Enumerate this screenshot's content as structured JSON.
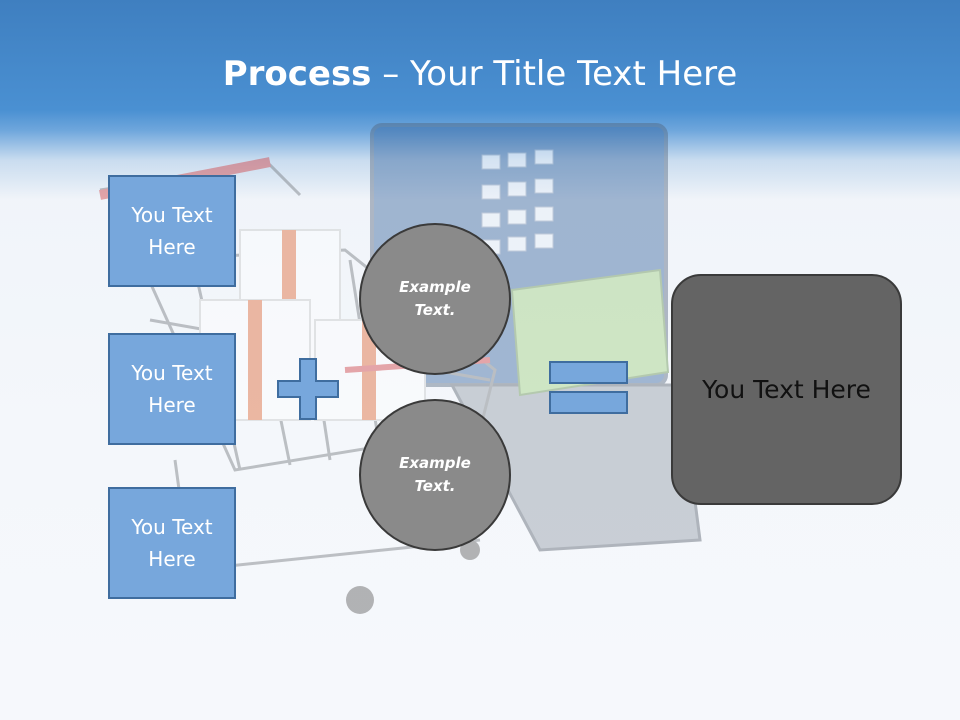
{
  "title": {
    "bold": "Process",
    "rest": " – Your Title Text Here"
  },
  "text_boxes": [
    {
      "label": "You Text Here"
    },
    {
      "label": "You Text Here"
    },
    {
      "label": "You Text Here"
    }
  ],
  "circles": [
    {
      "label": "Example Text."
    },
    {
      "label": "Example Text."
    }
  ],
  "result": {
    "label": "You Text Here"
  },
  "colors": {
    "header_blue": "#4a90d2",
    "box_blue": "#77a7dc",
    "box_border": "#3f6d9f",
    "circle_gray": "#8a8a8a",
    "result_gray": "#646464"
  },
  "icons": [
    "plus-icon",
    "equals-icon"
  ]
}
